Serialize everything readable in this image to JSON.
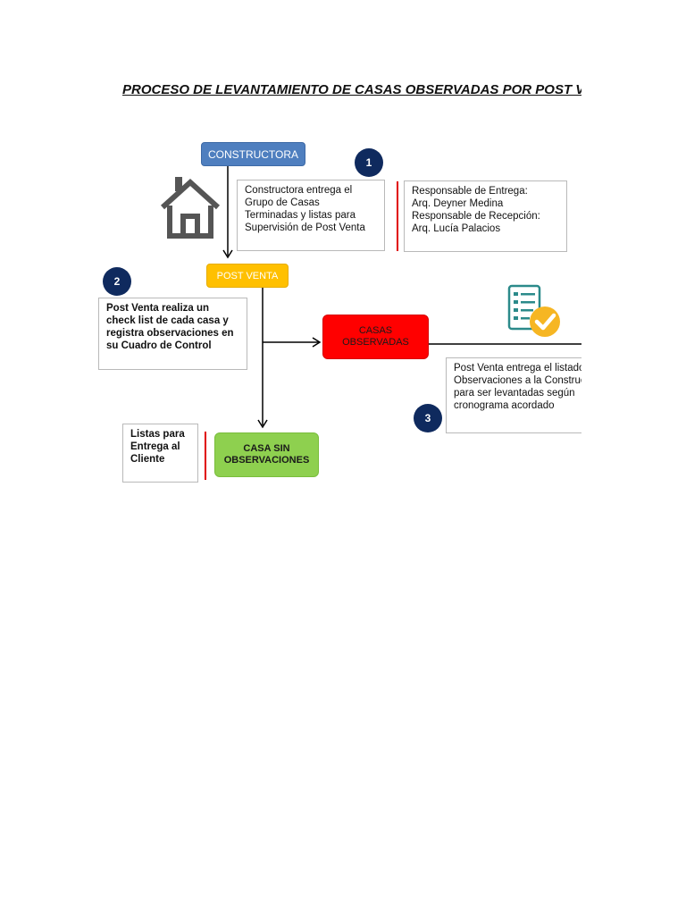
{
  "title": "PROCESO DE LEVANTAMIENTO DE CASAS OBSERVADAS POR POST VENTA",
  "nodes": {
    "constructora": "CONSTRUCTORA",
    "post_venta": "POST VENTA",
    "casas_observadas": "CASAS\nOBSERVADAS",
    "casa_sin_observaciones": "CASA SIN\nOBSERVACIONES"
  },
  "steps": [
    {
      "number": "1",
      "text": "Constructora entrega el\nGrupo de Casas\nTerminadas y listas para\nSupervisión de Post Venta"
    },
    {
      "number": "2",
      "text": "Post Venta realiza un\ncheck list de cada casa y\nregistra observaciones en\nsu Cuadro de Control"
    },
    {
      "number": "3",
      "text": "Post Venta entrega el listado de\nObservaciones a la Constructora\npara ser levantadas  según\ncronograma acordado"
    }
  ],
  "responsables": "Responsable de Entrega:\nArq. Deyner Medina\nResponsable de Recepción:\nArq. Lucía Palacios",
  "listas_entrega": "Listas para\nEntrega al\nCliente",
  "icons": [
    "house-icon",
    "checklist-icon"
  ],
  "colors": {
    "constructora": "#4f7fbf",
    "post_venta": "#ffc000",
    "casas_observadas": "#ff0000",
    "casa_sin_observaciones": "#8ed04f",
    "step_circle": "#0f2a5e",
    "divider": "#e00000"
  }
}
